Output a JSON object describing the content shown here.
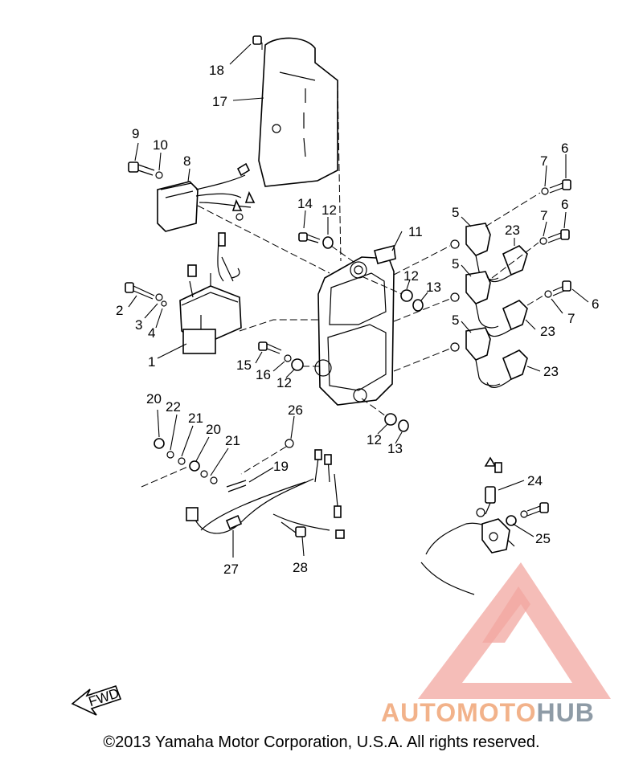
{
  "callouts": {
    "c1": "1",
    "c2": "2",
    "c3": "3",
    "c4": "4",
    "c5a": "5",
    "c5b": "5",
    "c5c": "5",
    "c6a": "6",
    "c6b": "6",
    "c6c": "6",
    "c7a": "7",
    "c7b": "7",
    "c7c": "7",
    "c8": "8",
    "c9": "9",
    "c10": "10",
    "c11": "11",
    "c12a": "12",
    "c12b": "12",
    "c12c": "12",
    "c12d": "12",
    "c13a": "13",
    "c13b": "13",
    "c14": "14",
    "c15": "15",
    "c16": "16",
    "c17": "17",
    "c18": "18",
    "c19": "19",
    "c20a": "20",
    "c20b": "20",
    "c21a": "21",
    "c21b": "21",
    "c22": "22",
    "c23a": "23",
    "c23b": "23",
    "c23c": "23",
    "c24": "24",
    "c25": "25",
    "c26": "26",
    "c27": "27",
    "c28": "28"
  },
  "fwd_label": "FWD",
  "watermark": {
    "brand_part1": "AUTOMOTO",
    "brand_part2": "HUB",
    "color_part1": "#f2b28a",
    "color_part2": "#8e9ba6",
    "triangle_color": "#f2a7a0"
  },
  "copyright": "©2013 Yamaha Motor Corporation, U.S.A. All rights reserved."
}
